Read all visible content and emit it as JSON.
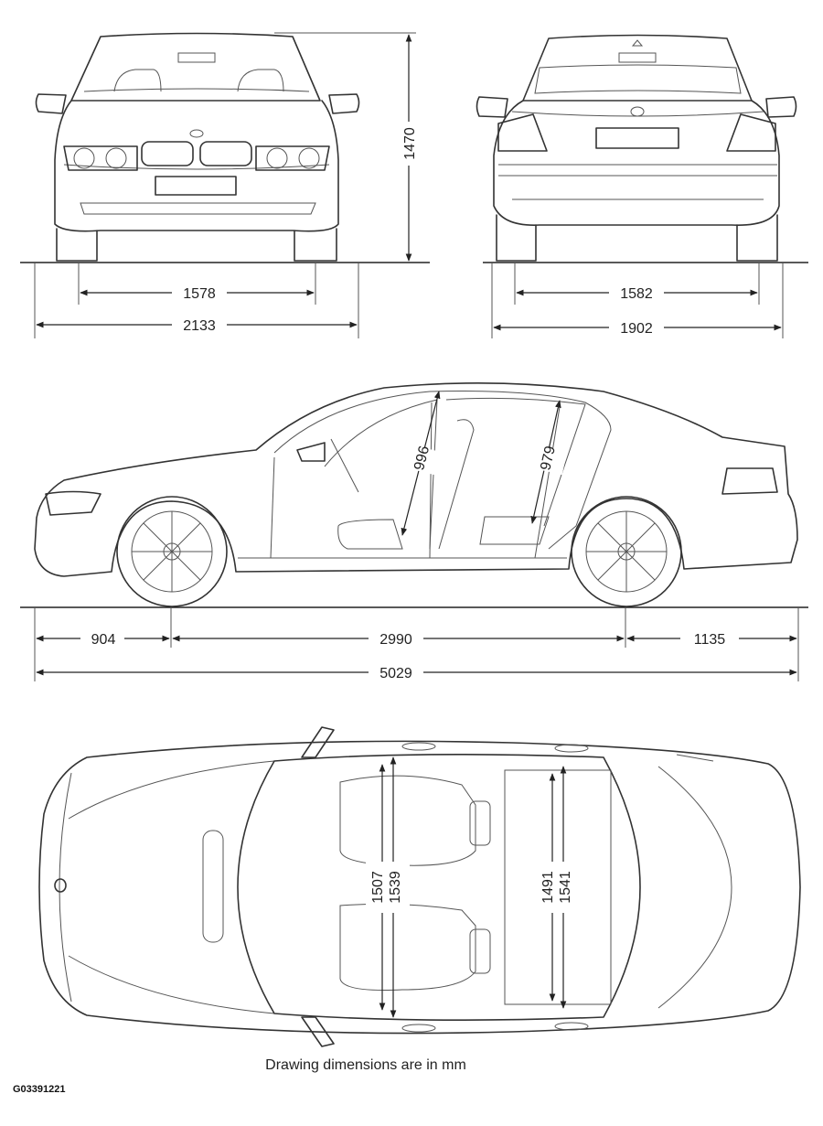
{
  "front_view": {
    "track": "1578",
    "width": "2133",
    "height": "1470"
  },
  "rear_view": {
    "track": "1582",
    "width": "1902"
  },
  "side_view": {
    "front_overhang": "904",
    "wheelbase": "2990",
    "rear_overhang": "1135",
    "length": "5029",
    "front_headroom": "996",
    "rear_headroom": "979"
  },
  "top_view": {
    "front_shoulder": "1507",
    "front_elbow": "1539",
    "rear_shoulder": "1491",
    "rear_elbow": "1541"
  },
  "caption": "Drawing dimensions are in mm",
  "figure_code": "G03391221"
}
